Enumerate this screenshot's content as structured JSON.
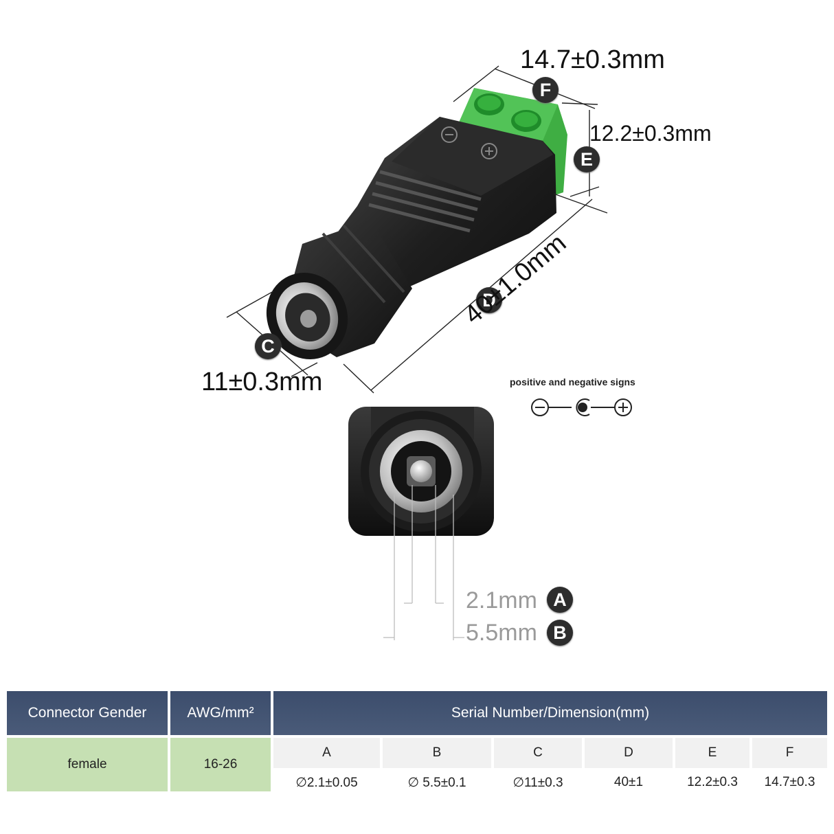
{
  "dimensions": {
    "F": {
      "badge": "F",
      "value": "14.7±0.3mm"
    },
    "E": {
      "badge": "E",
      "value": "12.2±0.3mm"
    },
    "D": {
      "badge": "D",
      "value": "40±1.0mm"
    },
    "C": {
      "badge": "C",
      "value": "11±0.3mm"
    },
    "A": {
      "badge": "A",
      "value": "2.1mm"
    },
    "B": {
      "badge": "B",
      "value": "5.5mm"
    }
  },
  "polarity": {
    "title": "positive and negative signs",
    "negative_symbol": "minus-circle-icon",
    "positive_symbol": "plus-circle-icon"
  },
  "colors": {
    "header_bg": "#3f5070",
    "green_cell": "#c6e0b3",
    "terminal_green": "#3fae43",
    "body_black": "#1a1a1a"
  },
  "table": {
    "headers": {
      "gender": "Connector Gender",
      "awg": "AWG/mm²",
      "serial": "Serial Number/Dimension(mm)"
    },
    "gender_value": "female",
    "awg_value": "16-26",
    "columns": [
      {
        "key": "A",
        "value": "∅2.1±0.05"
      },
      {
        "key": "B",
        "value": "∅  5.5±0.1"
      },
      {
        "key": "C",
        "value": "∅11±0.3"
      },
      {
        "key": "D",
        "value": "40±1"
      },
      {
        "key": "E",
        "value": "12.2±0.3"
      },
      {
        "key": "F",
        "value": "14.7±0.3"
      }
    ]
  }
}
